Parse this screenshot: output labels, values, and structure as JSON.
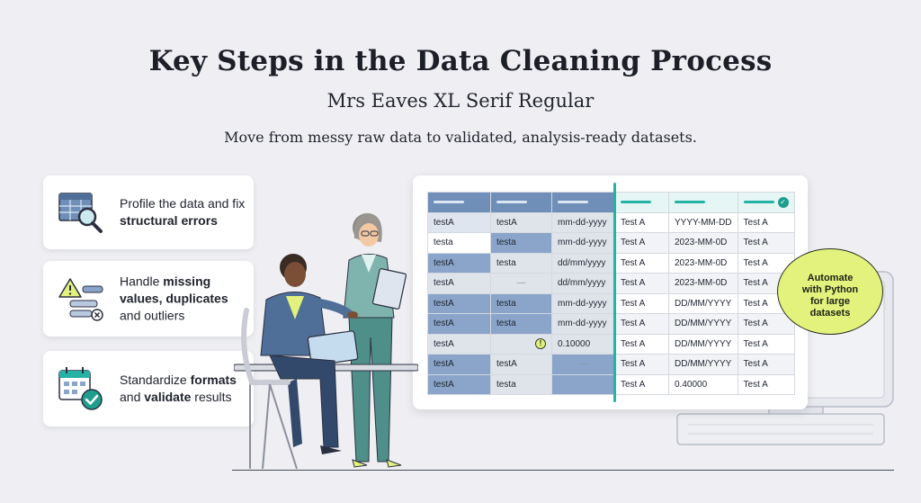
{
  "header": {
    "title": "Key Steps in the Data Cleaning Process",
    "subtitle": "Mrs Eaves XL Serif Regular",
    "tagline": "Move from messy raw data to validated, analysis-ready datasets."
  },
  "steps": [
    {
      "icon": "table-magnifier-icon",
      "pre": "Profile the data and fix ",
      "bold": "structural errors",
      "mid": "",
      "bold2": "",
      "post": ""
    },
    {
      "icon": "warning-list-icon",
      "pre": "Handle ",
      "bold": "missing values, duplicates",
      "mid": " and ",
      "bold2": "",
      "post": "outliers"
    },
    {
      "icon": "calendar-check-icon",
      "pre": "Standardize ",
      "bold": "formats",
      "mid": " and ",
      "bold2": "validate",
      "post": " results"
    }
  ],
  "table": {
    "rows": [
      [
        "testA",
        "testA",
        "mm-dd-yyyy",
        "Test A",
        "YYYY-MM-DD",
        "Test A"
      ],
      [
        "testa",
        "testa",
        "mm-dd-yyyy",
        "Test A",
        "2023-MM-0D",
        "Test A"
      ],
      [
        "testA",
        "testa",
        "dd/mm/yyyy",
        "Test A",
        "2023-MM-0D",
        "Test A"
      ],
      [
        "testA",
        "—",
        "dd/mm/yyyy",
        "Test A",
        "2023-MM-0D",
        "Test A"
      ],
      [
        "testA",
        "testa",
        "mm-dd-yyyy",
        "Test A",
        "DD/MM/YYYY",
        "Test A"
      ],
      [
        "testA",
        "testa",
        "mm-dd-yyyy",
        "Test A",
        "DD/MM/YYYY",
        "Test A"
      ],
      [
        "testA",
        "",
        "0.10000",
        "Test A",
        "DD/MM/YYYY",
        "Test A"
      ],
      [
        "testA",
        "testA",
        "—",
        "Test A",
        "DD/MM/YYYY",
        "Test A"
      ],
      [
        "testA",
        "testa",
        "",
        "Test A",
        "0.40000",
        "Test A"
      ]
    ],
    "warning_glyph": "!",
    "check_glyph": "✓"
  },
  "badge": {
    "line1": "Automate",
    "line2": "with Python",
    "line3": "for large",
    "line4": "datasets"
  },
  "colors": {
    "background": "#efeff3",
    "raw_header": "#6f8fb8",
    "raw_dark": "#8aa5c9",
    "raw_light": "#dfe5ee",
    "clean_accent": "#25b3a6",
    "badge": "#e2f27c"
  }
}
